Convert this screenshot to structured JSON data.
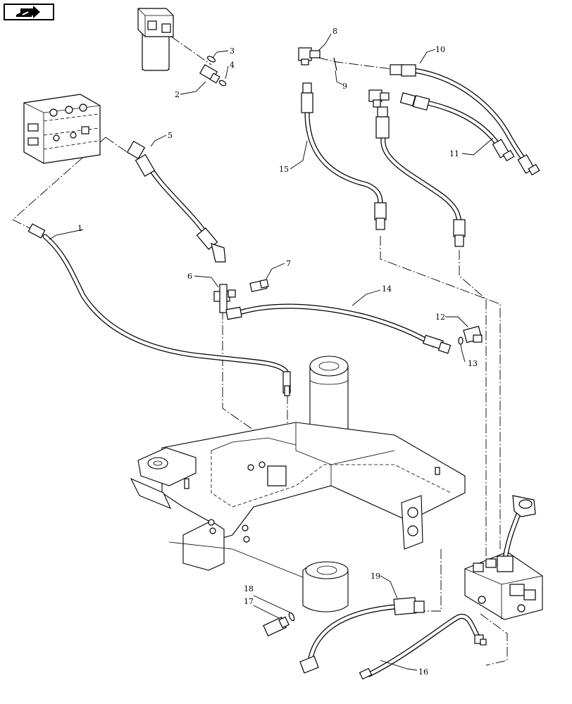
{
  "nav": {
    "icon": "next-page-arrow-icon"
  },
  "callouts": [
    {
      "id": "1",
      "text": "1"
    },
    {
      "id": "2",
      "text": "2"
    },
    {
      "id": "3",
      "text": "3"
    },
    {
      "id": "4",
      "text": "4"
    },
    {
      "id": "5",
      "text": "5"
    },
    {
      "id": "6",
      "text": "6"
    },
    {
      "id": "7",
      "text": "7"
    },
    {
      "id": "8",
      "text": "8"
    },
    {
      "id": "9",
      "text": "9"
    },
    {
      "id": "10",
      "text": "10"
    },
    {
      "id": "11",
      "text": "11"
    },
    {
      "id": "12",
      "text": "12"
    },
    {
      "id": "13",
      "text": "13"
    },
    {
      "id": "14",
      "text": "14"
    },
    {
      "id": "15",
      "text": "15"
    },
    {
      "id": "16",
      "text": "16"
    },
    {
      "id": "17",
      "text": "17"
    },
    {
      "id": "18",
      "text": "18"
    },
    {
      "id": "19",
      "text": "19"
    }
  ]
}
